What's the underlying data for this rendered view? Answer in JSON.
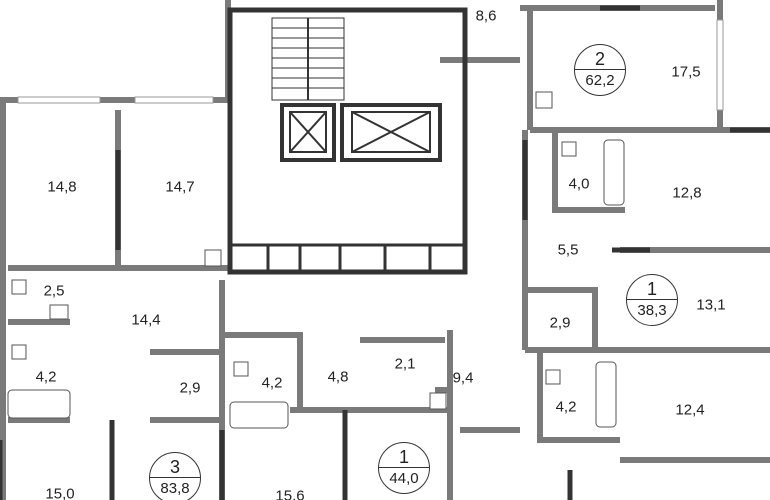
{
  "plan": {
    "apartments": [
      {
        "rooms": "2",
        "area": "62,2"
      },
      {
        "rooms": "1",
        "area": "38,3"
      },
      {
        "rooms": "3",
        "area": "83,8"
      },
      {
        "rooms": "1",
        "area": "44,0"
      }
    ],
    "room_areas": [
      "8,6",
      "17,5",
      "14,8",
      "14,7",
      "4,0",
      "12,8",
      "5,5",
      "2,5",
      "14,4",
      "13,1",
      "2,9",
      "4,2",
      "2,9",
      "4,2",
      "4,8",
      "2,1",
      "9,4",
      "4,2",
      "12,4",
      "15,0",
      "15,6"
    ]
  }
}
